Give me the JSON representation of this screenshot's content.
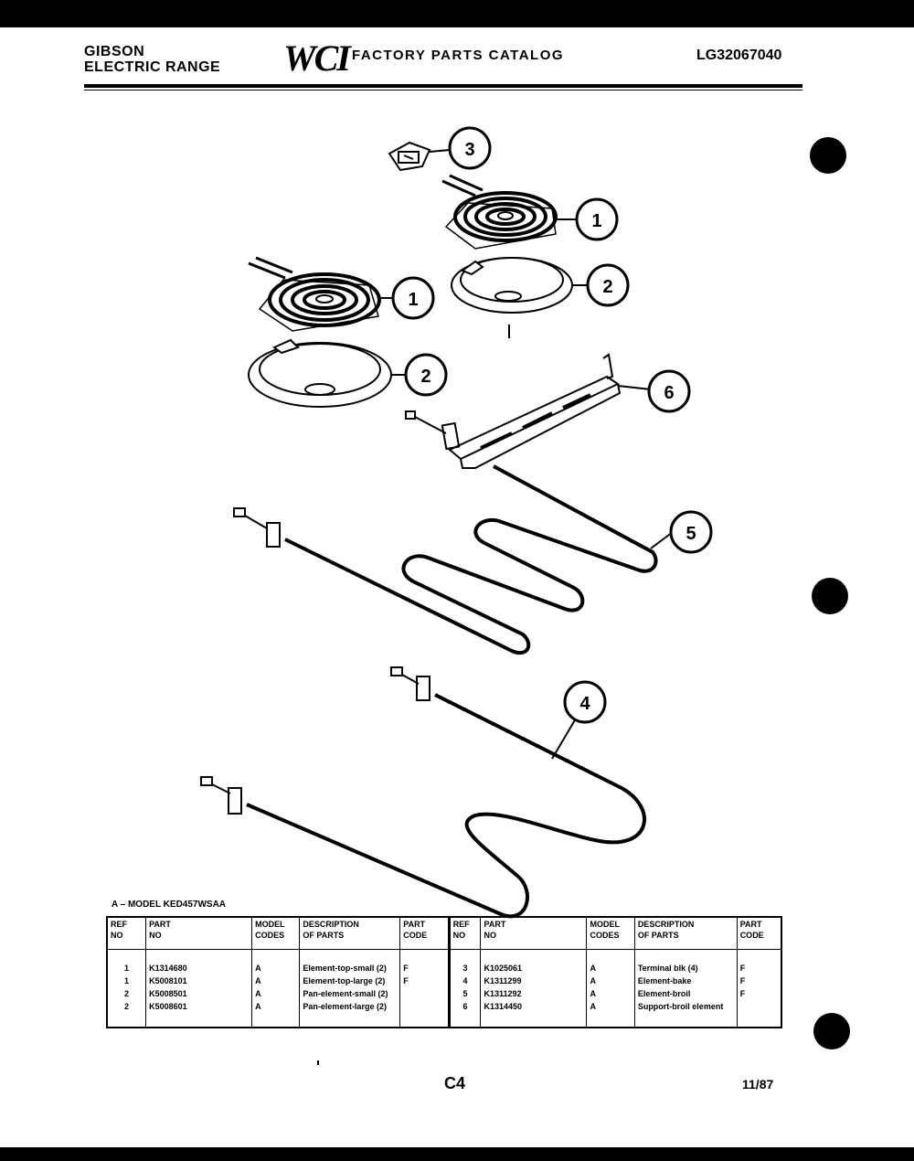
{
  "header": {
    "brand_line1": "GIBSON",
    "brand_line2": "ELECTRIC RANGE",
    "logo": "WCI",
    "catalog_title": "FACTORY PARTS CATALOG",
    "model_number": "LG32067040"
  },
  "callouts": [
    "3",
    "1",
    "2",
    "1",
    "2",
    "6",
    "5",
    "4"
  ],
  "model_note": "A – MODEL KED457WSAA",
  "table": {
    "headers": [
      {
        "line1": "REF",
        "line2": "NO"
      },
      {
        "line1": "PART",
        "line2": "NO"
      },
      {
        "line1": "MODEL",
        "line2": "CODES"
      },
      {
        "line1": "DESCRIPTION",
        "line2": "OF PARTS"
      },
      {
        "line1": "PART",
        "line2": "CODE"
      }
    ],
    "left": [
      {
        "ref": "1",
        "part": "K1314680",
        "model": "A",
        "desc": "Element-top-small (2)",
        "code": "F"
      },
      {
        "ref": "1",
        "part": "K5008101",
        "model": "A",
        "desc": "Element-top-large (2)",
        "code": "F"
      },
      {
        "ref": "2",
        "part": "K5008501",
        "model": "A",
        "desc": "Pan-element-small (2)",
        "code": ""
      },
      {
        "ref": "2",
        "part": "K5008601",
        "model": "A",
        "desc": "Pan-element-large (2)",
        "code": ""
      }
    ],
    "right": [
      {
        "ref": "3",
        "part": "K1025061",
        "model": "A",
        "desc": "Terminal blk (4)",
        "code": "F"
      },
      {
        "ref": "4",
        "part": "K1311299",
        "model": "A",
        "desc": "Element-bake",
        "code": "F"
      },
      {
        "ref": "5",
        "part": "K1311292",
        "model": "A",
        "desc": "Element-broil",
        "code": "F"
      },
      {
        "ref": "6",
        "part": "K1314450",
        "model": "A",
        "desc": "Support-broil element",
        "code": ""
      }
    ]
  },
  "footer": {
    "page_code": "C4",
    "date": "11/87"
  }
}
